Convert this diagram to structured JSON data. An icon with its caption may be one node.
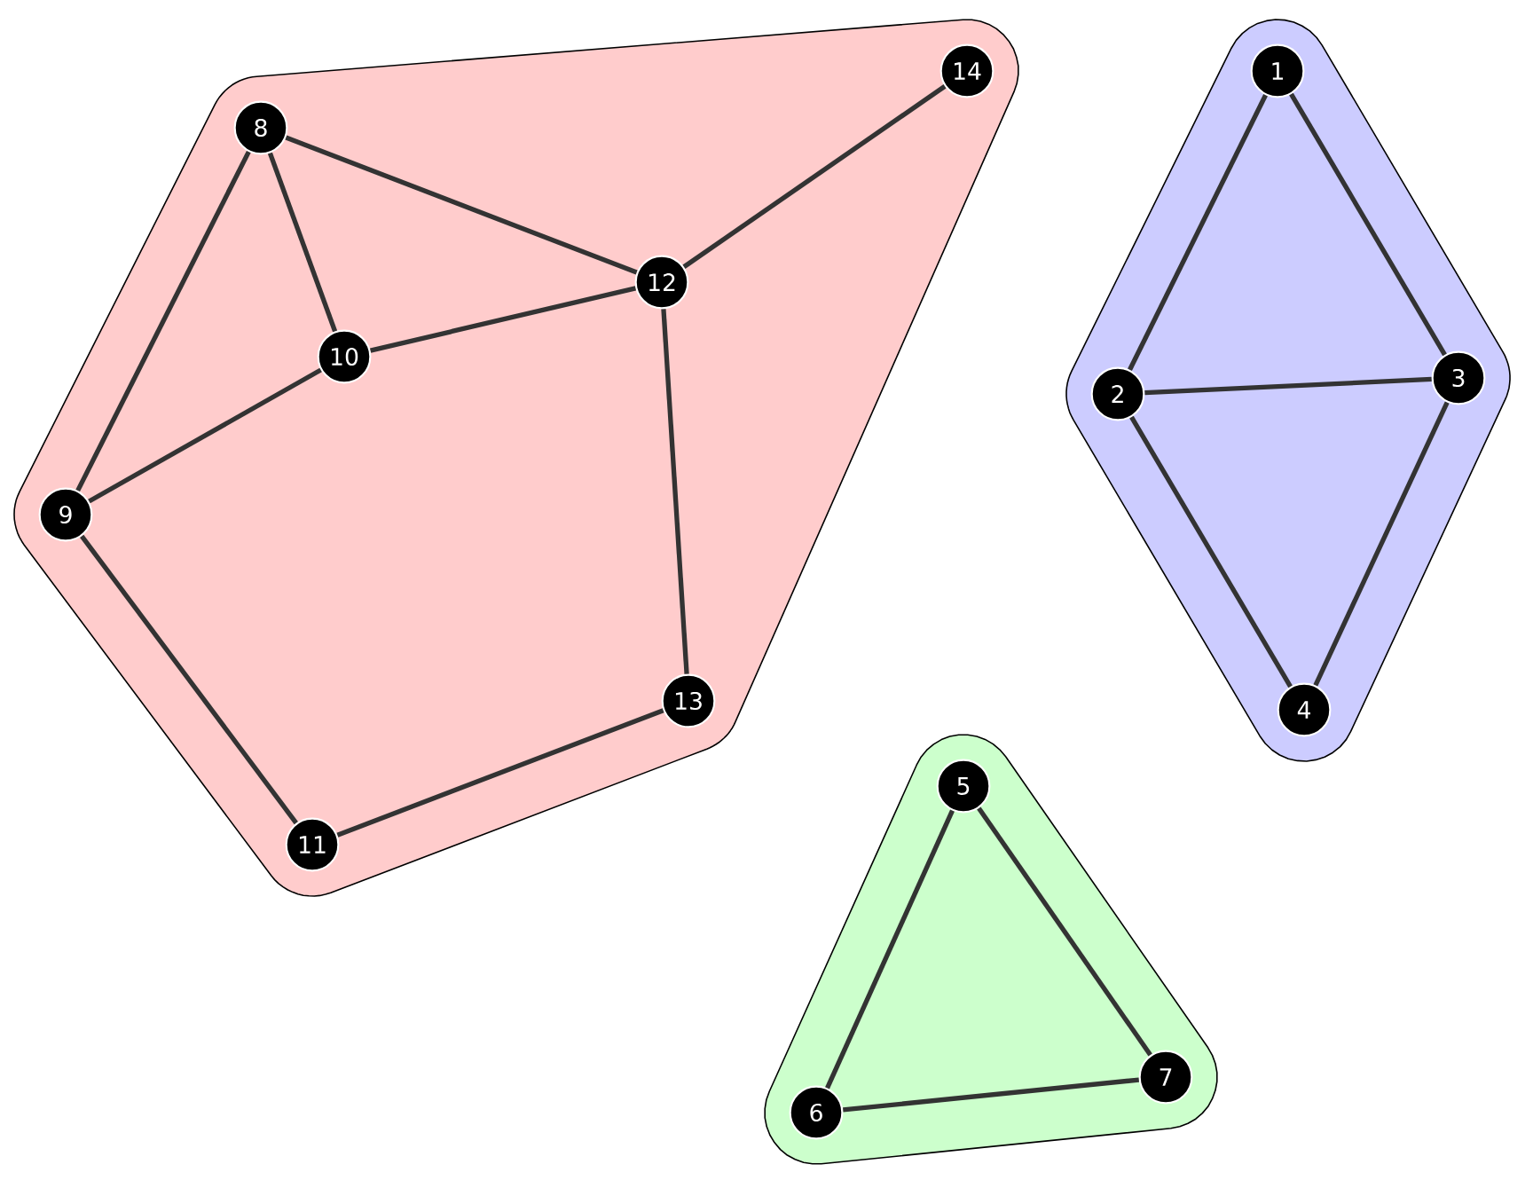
{
  "diagram": {
    "nodes": [
      {
        "text": [],
        "shape": "hull"
      },
      {
        "text": [
          "1"
        ],
        "in": 0
      },
      {
        "text": [
          "2"
        ],
        "in": 0
      },
      {
        "text": [
          "3"
        ],
        "in": 0
      },
      {
        "text": [
          "4"
        ],
        "in": 0
      },
      {
        "text": [],
        "shape": "hull"
      },
      {
        "text": [
          "5"
        ],
        "in": 5
      },
      {
        "text": [
          "6"
        ],
        "in": 5
      },
      {
        "text": [
          "7"
        ],
        "in": 5
      },
      {
        "text": [],
        "shape": "hull"
      },
      {
        "text": [
          "8"
        ],
        "in": 9
      },
      {
        "text": [
          "9"
        ],
        "in": 9
      },
      {
        "text": [
          "10"
        ],
        "in": 9
      },
      {
        "text": [
          "11"
        ],
        "in": 9
      },
      {
        "text": [
          "12"
        ],
        "in": 9
      },
      {
        "text": [
          "13"
        ],
        "in": 9
      },
      {
        "text": [
          "14"
        ],
        "in": 9
      }
    ],
    "edges": [
      {
        "from": 1,
        "to": 2,
        "arrow": "none"
      },
      {
        "from": 1,
        "to": 3,
        "arrow": "none"
      },
      {
        "from": 2,
        "to": 3,
        "arrow": "none"
      },
      {
        "from": 2,
        "to": 4,
        "arrow": "none"
      },
      {
        "from": 3,
        "to": 4,
        "arrow": "none"
      },
      {
        "from": 6,
        "to": 7,
        "arrow": "none"
      },
      {
        "from": 6,
        "to": 8,
        "arrow": "none"
      },
      {
        "from": 7,
        "to": 8,
        "arrow": "none"
      },
      {
        "from": 10,
        "to": 11,
        "arrow": "none"
      },
      {
        "from": 10,
        "to": 12,
        "arrow": "none"
      },
      {
        "from": 10,
        "to": 14,
        "arrow": "none"
      },
      {
        "from": 12,
        "to": 14,
        "arrow": "none"
      },
      {
        "from": 11,
        "to": 12,
        "arrow": "none"
      },
      {
        "from": 11,
        "to": 13,
        "arrow": "none"
      },
      {
        "from": 13,
        "to": 15,
        "arrow": "none"
      },
      {
        "from": 14,
        "to": 15,
        "arrow": "none"
      },
      {
        "from": 14,
        "to": 16,
        "arrow": "none"
      }
    ]
  }
}
